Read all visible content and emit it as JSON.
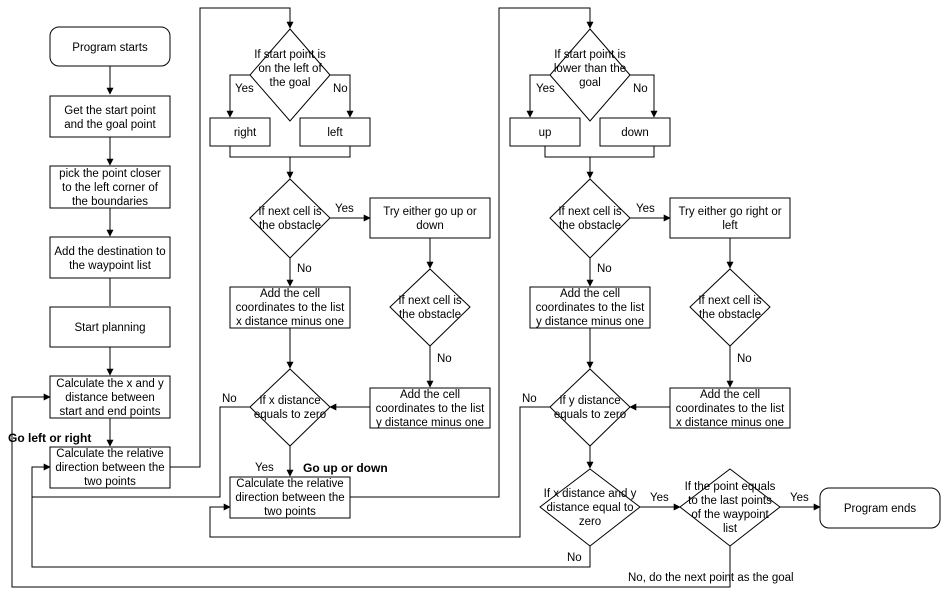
{
  "nodes": {
    "start": [
      "Program starts"
    ],
    "get_points": [
      "Get the start point",
      "and the goal point"
    ],
    "pick_point": [
      "pick the point closer",
      "to the left corner of",
      "the boundaries"
    ],
    "add_destination": [
      "Add the destination to",
      "the waypoint list"
    ],
    "start_planning": [
      "Start planning"
    ],
    "calc_distance": [
      "Calculate the x and y",
      "distance between",
      "start and end points"
    ],
    "calc_direction_1": [
      "Calculate the relative",
      "direction between the",
      "two points"
    ],
    "dec_left_goal": [
      "If start point is",
      "on the left of",
      "the goal"
    ],
    "box_right": [
      "right"
    ],
    "box_left": [
      "left"
    ],
    "dec_obstacle_x": [
      "If next cell is",
      "the obstacle"
    ],
    "try_up_down": [
      "Try either go up or",
      "down"
    ],
    "dec_obstacle_x2": [
      "If next cell is",
      "the obstacle"
    ],
    "add_cell_x": [
      "Add the cell",
      "coordinates to the list",
      "x distance minus one"
    ],
    "add_cell_y_mid": [
      "Add the cell",
      "coordinates to the list",
      "y distance minus one"
    ],
    "dec_x_zero": [
      "If x distance",
      "equals to zero"
    ],
    "calc_direction_2": [
      "Calculate the relative",
      "direction between the",
      "two points"
    ],
    "dec_lower_goal": [
      "If start point is",
      "lower than the",
      "goal"
    ],
    "box_up": [
      "up"
    ],
    "box_down": [
      "down"
    ],
    "dec_obstacle_y": [
      "If next cell is",
      "the obstacle"
    ],
    "try_right_left": [
      "Try either go right or",
      "left"
    ],
    "dec_obstacle_y2": [
      "If next cell is",
      "the obstacle"
    ],
    "add_cell_y": [
      "Add the cell",
      "coordinates to the list",
      "y distance minus one"
    ],
    "add_cell_x_right": [
      "Add the cell",
      "coordinates to the list",
      "x distance minus one"
    ],
    "dec_y_zero": [
      "If y distance",
      "equals to zero"
    ],
    "dec_xy_zero": [
      "If x distance and y",
      "distance equal to",
      "zero"
    ],
    "dec_last_point": [
      "If the point equals",
      "to the last points",
      "of the waypoint",
      "list"
    ],
    "end": [
      "Program ends"
    ]
  },
  "edge_labels": {
    "yes_left_goal": "Yes",
    "no_left_goal": "No",
    "yes_obstacle_x": "Yes",
    "no_obstacle_x": "No",
    "no_obstacle_x2": "No",
    "no_x_zero": "No",
    "yes_x_zero": "Yes",
    "yes_lower_goal": "Yes",
    "no_lower_goal": "No",
    "yes_obstacle_y": "Yes",
    "no_obstacle_y": "No",
    "no_obstacle_y2": "No",
    "no_y_zero": "No",
    "yes_xy_zero": "Yes",
    "no_xy_zero": "No",
    "yes_last_point": "Yes",
    "no_last_point": "No, do the next point as the goal"
  },
  "annotations": {
    "go_left_right": "Go left or right",
    "go_up_down": "Go up or down"
  }
}
